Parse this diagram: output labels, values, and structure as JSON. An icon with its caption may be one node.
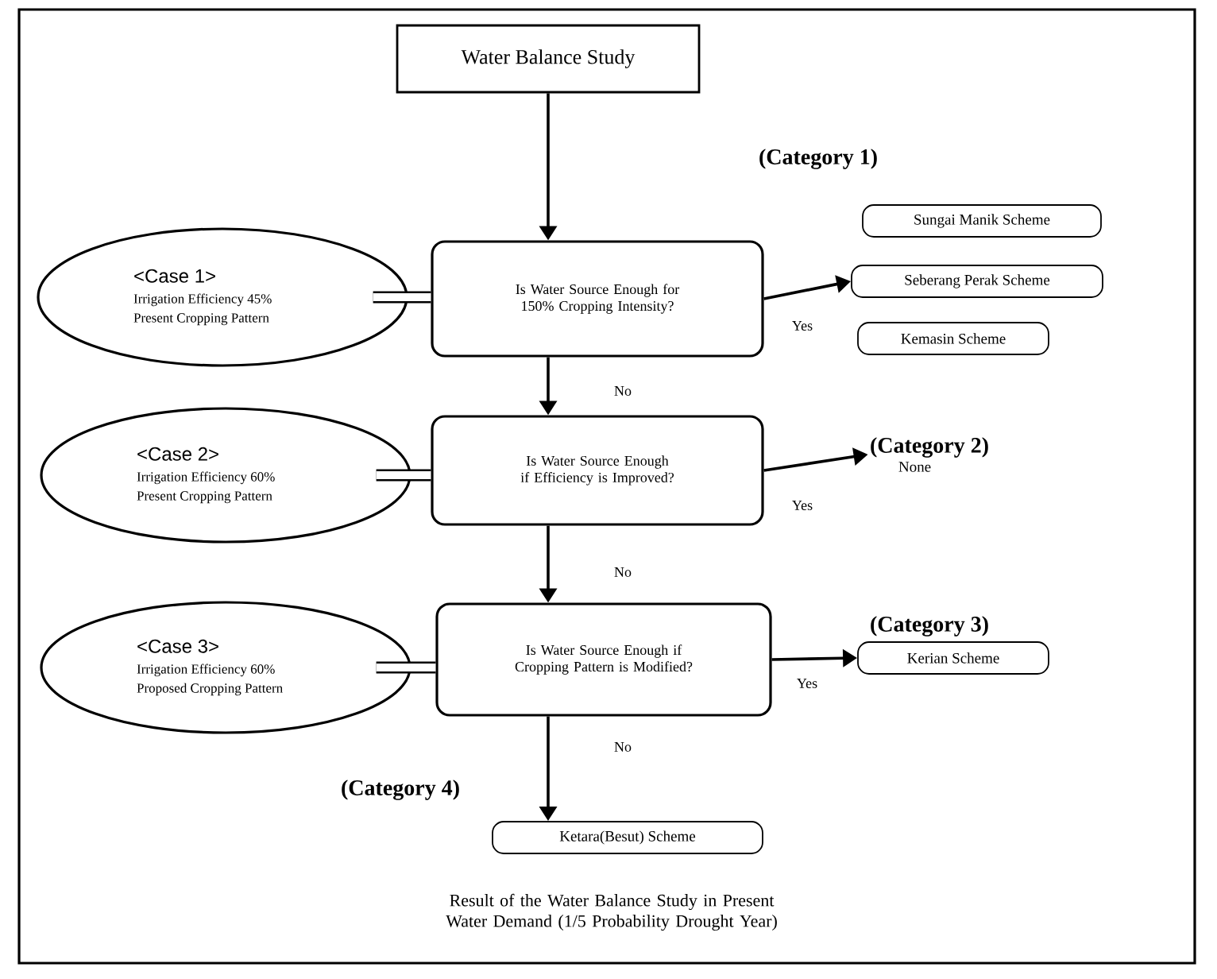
{
  "diagram": {
    "caption": "Result of the Water Balance Study in Present Water Demand (1/5 Probability Drought Year)",
    "nodes": [
      {
        "text": [
          "Water Balance Study"
        ]
      },
      {
        "text": [
          "<Case 1>",
          "Irrigation Efficiency 45% Present Cropping Pattern"
        ]
      },
      {
        "text": [
          "Is Water Source Enough for 150% Cropping Intensity?"
        ]
      },
      {
        "text": [
          "Sungai Manik Scheme"
        ]
      },
      {
        "text": [
          "Seberang Perak Scheme"
        ]
      },
      {
        "text": [
          "Kemasin Scheme"
        ]
      },
      {
        "text": [
          "<Case 2>",
          "Irrigation Efficiency 60% Present Cropping Pattern"
        ]
      },
      {
        "text": [
          "Is Water Source Enough if Efficiency is Improved?"
        ]
      },
      {
        "text": [
          "(Category 2)",
          "None"
        ]
      },
      {
        "text": [
          "<Case 3>",
          "Irrigation Efficiency 60% Proposed Cropping Pattern"
        ]
      },
      {
        "text": [
          "Is Water Source Enough if Cropping Pattern is Modified?"
        ]
      },
      {
        "text": [
          "Kerian Scheme"
        ]
      },
      {
        "text": [
          "Ketara(Besut) Scheme"
        ]
      }
    ],
    "edges": [
      {
        "from": 0,
        "to": 2,
        "arrow": "to"
      },
      {
        "from": 1,
        "to": 2,
        "arrow": "none",
        "style": "thick"
      },
      {
        "from": 2,
        "to": 4,
        "arrow": "to",
        "label": "Yes"
      },
      {
        "from": 2,
        "to": 7,
        "arrow": "to",
        "label": "No"
      },
      {
        "from": 6,
        "to": 7,
        "arrow": "none",
        "style": "thick"
      },
      {
        "from": 7,
        "to": 8,
        "arrow": "to",
        "label": "Yes"
      },
      {
        "from": 7,
        "to": 10,
        "arrow": "to",
        "label": "No"
      },
      {
        "from": 9,
        "to": 10,
        "arrow": "none",
        "style": "thick"
      },
      {
        "from": 10,
        "to": 11,
        "arrow": "to",
        "label": "Yes"
      },
      {
        "from": 10,
        "to": 12,
        "arrow": "to",
        "label": "No"
      }
    ],
    "labels": [
      "(Category 1)",
      "(Category 3)",
      "(Category 4)"
    ]
  }
}
